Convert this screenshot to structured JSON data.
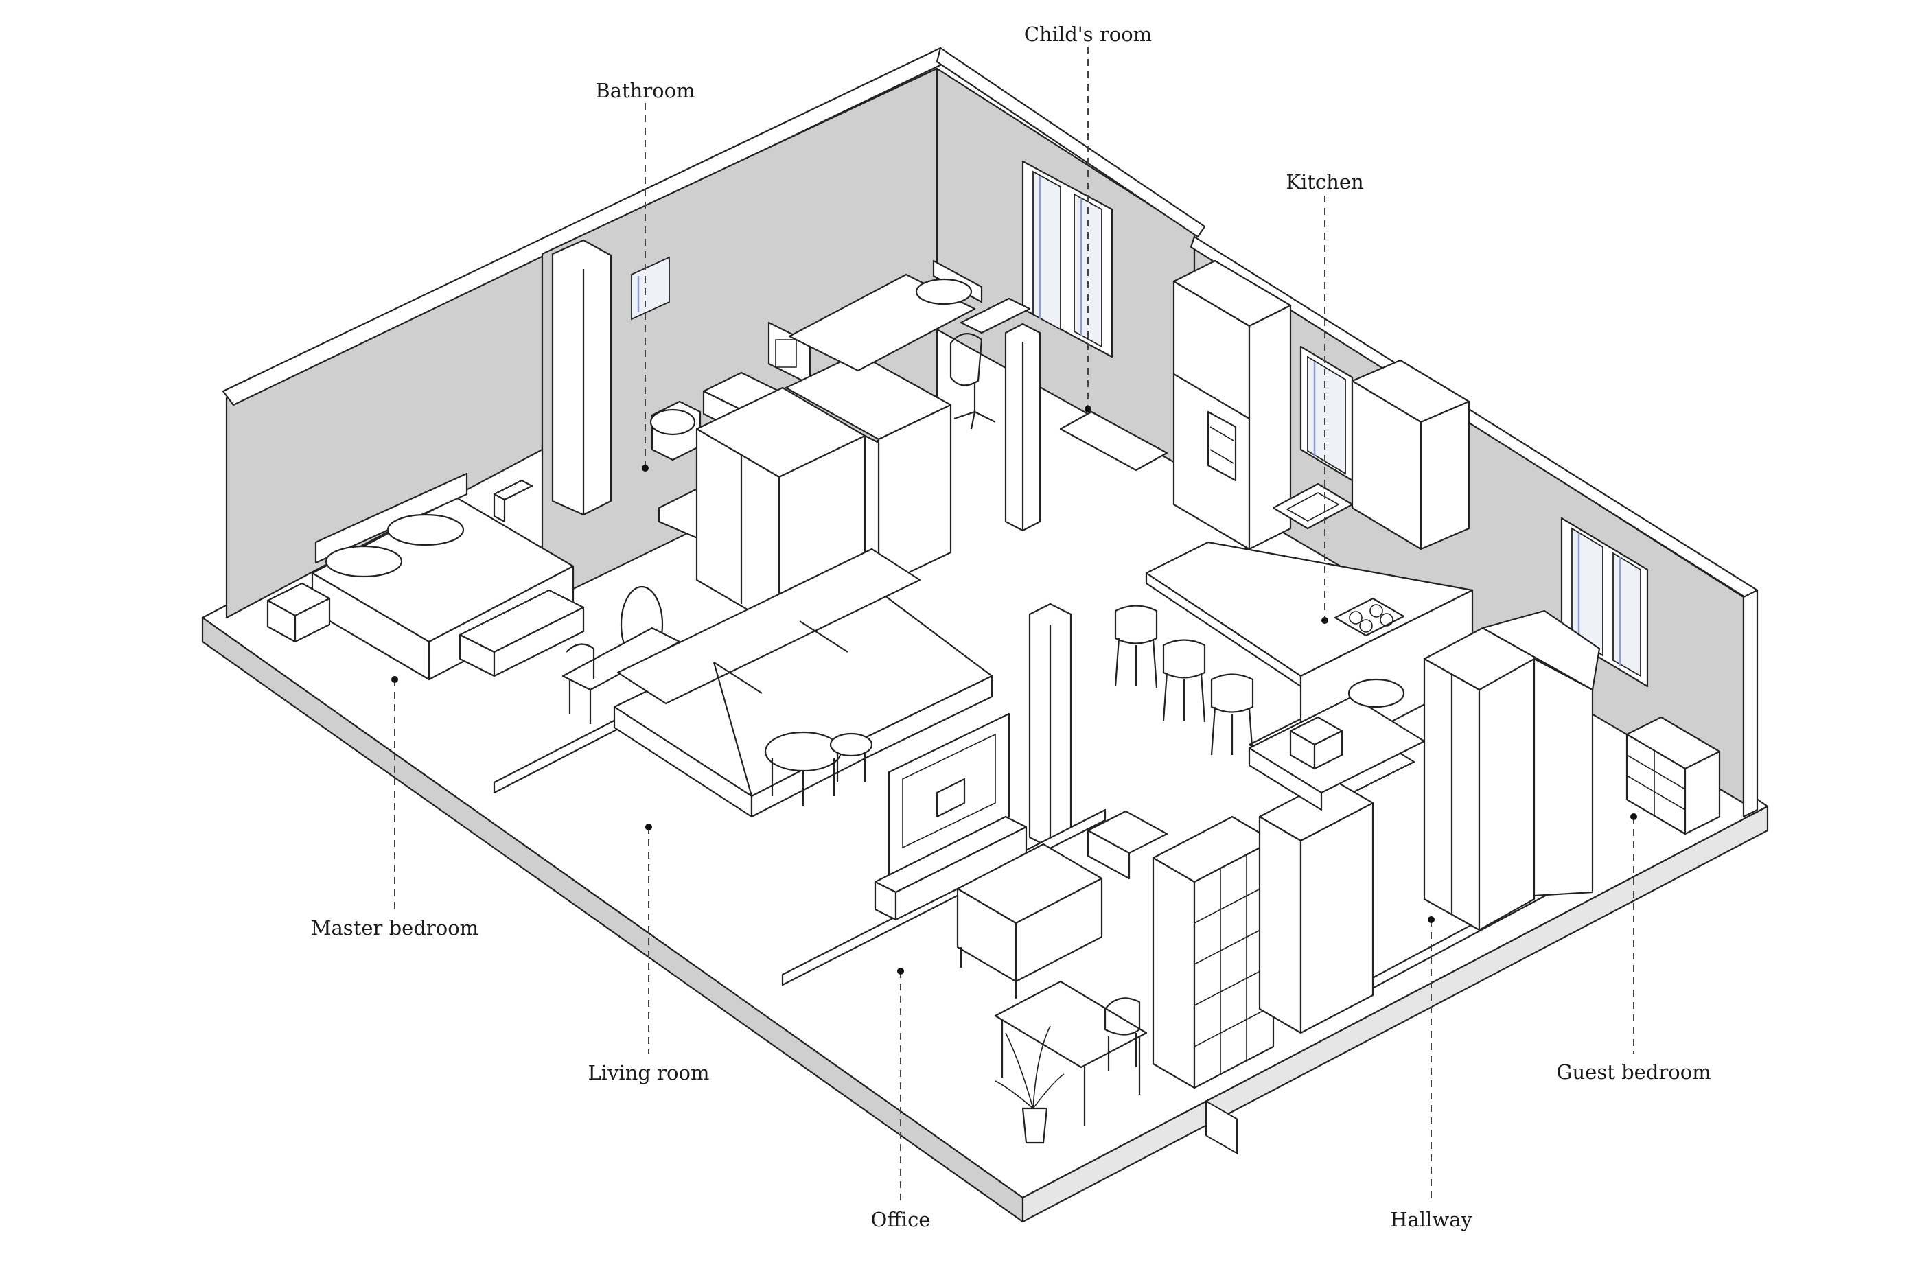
{
  "title": "",
  "rooms": [
    {
      "id": "bathroom",
      "label": "Bathroom"
    },
    {
      "id": "childs-room",
      "label": "Child's room"
    },
    {
      "id": "kitchen",
      "label": "Kitchen"
    },
    {
      "id": "master-bedroom",
      "label": "Master bedroom"
    },
    {
      "id": "living-room",
      "label": "Living room"
    },
    {
      "id": "office",
      "label": "Office"
    },
    {
      "id": "hallway",
      "label": "Hallway"
    },
    {
      "id": "guest-bedroom",
      "label": "Guest bedroom"
    }
  ],
  "colors": {
    "wall_interior": "#cfcfcf",
    "floor": "#ffffff",
    "line": "#222222",
    "window_glass": "#8a9bd6"
  }
}
